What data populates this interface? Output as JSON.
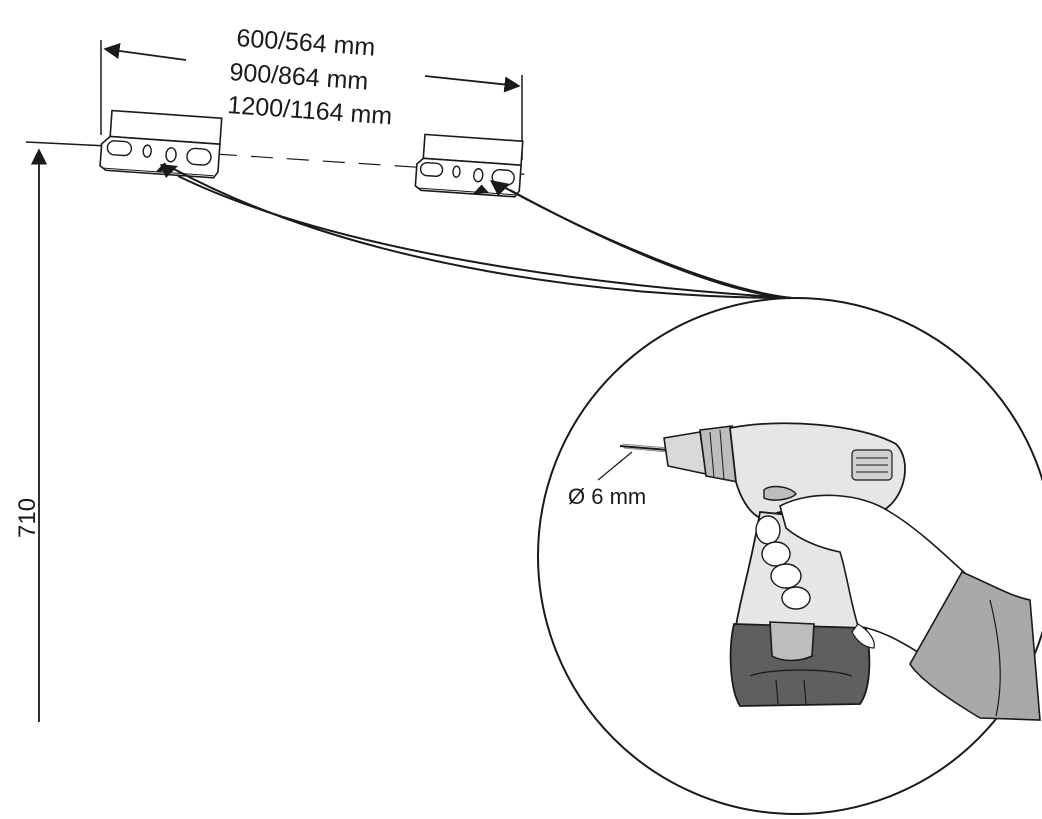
{
  "dimensions": {
    "width_options": [
      "600/564 mm",
      "900/864 mm",
      "1200/1164 mm"
    ],
    "height_label": "710",
    "drill_bit_label": "Ø 6 mm"
  },
  "icons": {
    "bracket": "wall-bracket-icon",
    "drill": "cordless-drill-icon",
    "hand": "hand-icon"
  },
  "colors": {
    "line": "#1a1a1a",
    "drill_body_light": "#e6e6e6",
    "drill_body_mid": "#bdbdbd",
    "drill_battery": "#5f5f5f",
    "sleeve": "#a9a9a9"
  }
}
